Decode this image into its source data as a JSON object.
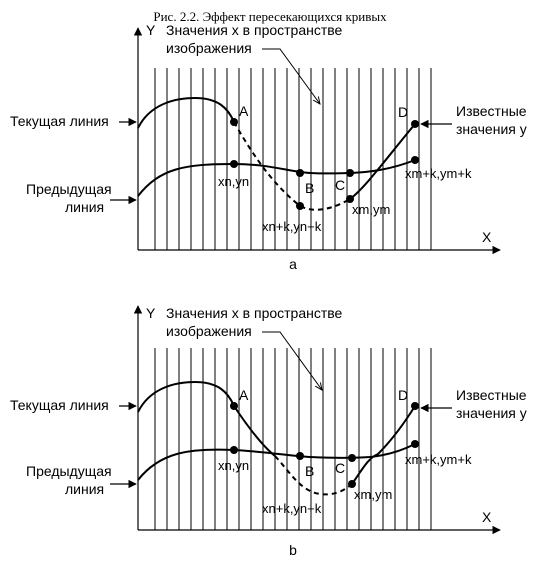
{
  "caption": "Рис. 2.2. Эффект пересекающихся кривых",
  "panels": [
    {
      "label": "a",
      "axis_y": "Y",
      "axis_x": "X",
      "current_line": "Текущая линия",
      "previous_line_1": "Предыдущая",
      "previous_line_2": "линия",
      "x_values_1": "Значения x в пространстве",
      "x_values_2": "изображения",
      "known_y_1": "Известные",
      "known_y_2": "значения y",
      "point_a": "A",
      "point_b": "B",
      "point_c": "C",
      "point_d": "D",
      "coord_n": "xn,yn",
      "coord_nk": "xn+k,yn+k",
      "coord_m": "xm,ym",
      "coord_mk": "xm+k,ym+k"
    },
    {
      "label": "b",
      "axis_y": "Y",
      "axis_x": "X",
      "current_line": "Текущая линия",
      "previous_line_1": "Предыдущая",
      "previous_line_2": "линия",
      "x_values_1": "Значения x в пространстве",
      "x_values_2": "изображения",
      "known_y_1": "Известные",
      "known_y_2": "значения y",
      "point_a": "A",
      "point_b": "B",
      "point_c": "C",
      "point_d": "D",
      "coord_n": "xn,yn",
      "coord_nk": "xn+k,yn+k",
      "coord_m": "xm,ym",
      "coord_mk": "xm+k,ym+k"
    }
  ]
}
